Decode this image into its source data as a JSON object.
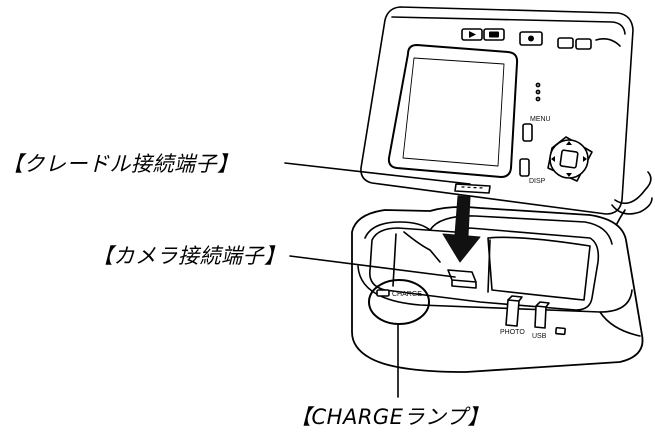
{
  "callouts": {
    "cradle_terminal": "【クレードル接続端子】",
    "camera_terminal": "【カメラ接続端子】",
    "charge_lamp": "【CHARGEランプ】"
  },
  "device_labels": {
    "charge": "CHARGE",
    "photo": "PHOTO",
    "usb": "USB",
    "menu": "MENU",
    "disp": "DISP"
  },
  "colors": {
    "line": "#000000",
    "screen": "#ffffff",
    "body": "#ffffff"
  }
}
